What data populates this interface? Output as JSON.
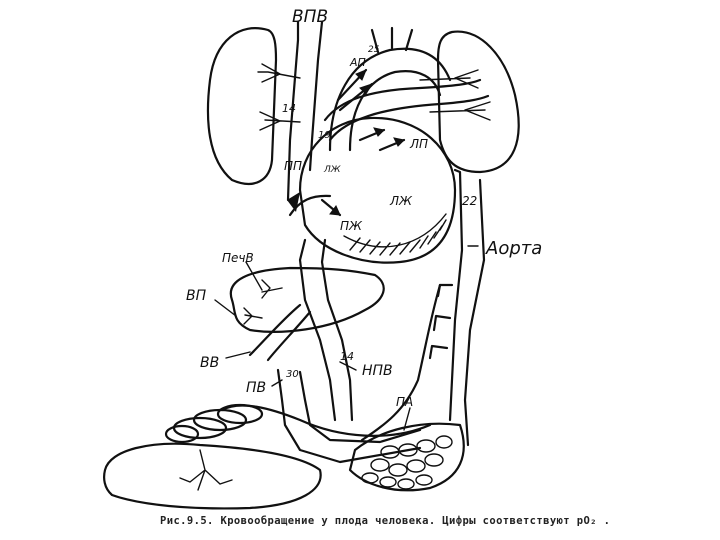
{
  "labels": {
    "svc": "ВПВ",
    "svc_po2": "25",
    "pulm_artery": "АП",
    "ra_po2": "14",
    "left_po2": "19",
    "left_atrium": "ЛП",
    "right_atrium": "ПП",
    "left_heart": "ЛЖ",
    "lower_la": "ЛЖ",
    "right_ventricle": "ПЖ",
    "aorta_po2": "22",
    "aorta": "Аорта",
    "hepatic_veins": "ПечВ",
    "portal_vein": "ВП",
    "ductus_venosus": "ВВ",
    "umbilical_vein": "ПВ",
    "uv_po2": "30",
    "ivc_po2": "14",
    "ivc": "НПВ",
    "umbilical_artery": "ПА"
  },
  "caption": "Рис.9.5. Кровообращение у плода человека. Цифры соответствуют pO₂ ."
}
